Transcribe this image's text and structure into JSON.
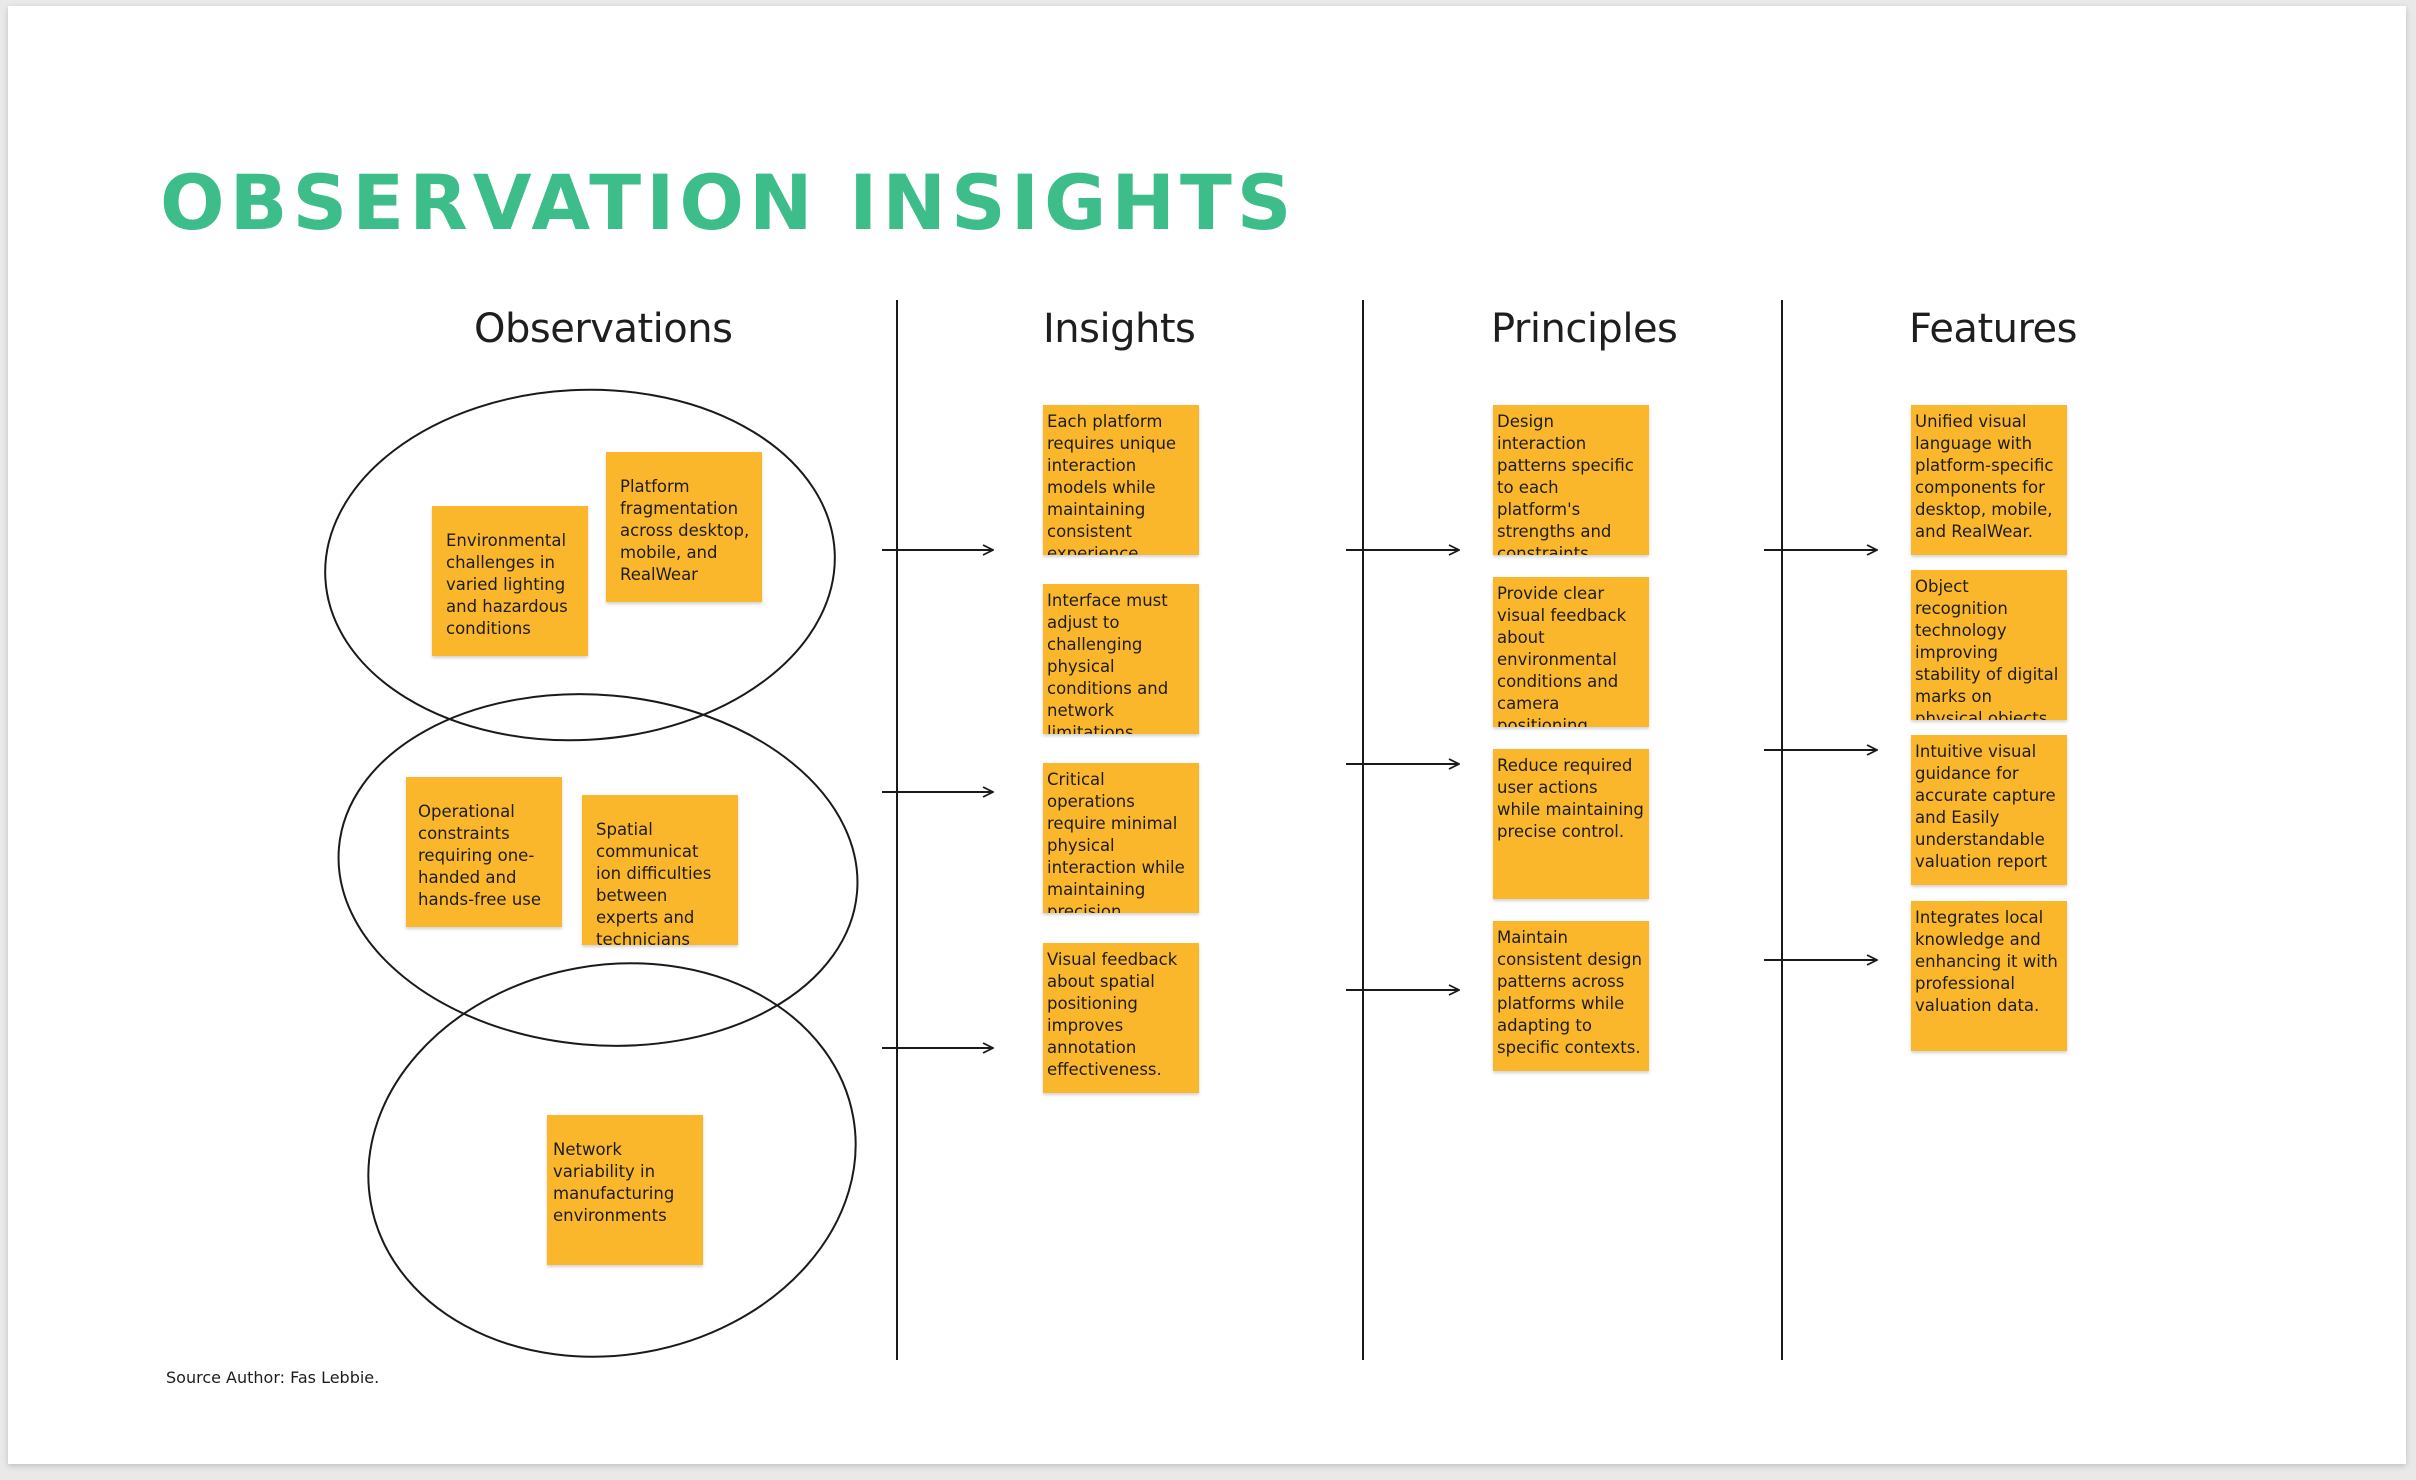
{
  "title": "OBSERVATION INSIGHTS",
  "columns": {
    "observations": "Observations",
    "insights": "Insights",
    "principles": "Principles",
    "features": "Features"
  },
  "observations": [
    "Environmental challenges in varied lighting and hazardous conditions",
    "Platform fragmentation across desktop, mobile, and RealWear",
    "Operational constraints requiring one-handed and hands-free use",
    "Spatial communicat ion difficulties between experts and technicians",
    "Network variability in manufacturing environments"
  ],
  "insights": [
    "Each platform requires unique interaction models while maintaining consistent experience.",
    "Interface must adjust to challenging physical conditions and network limitations.",
    "Critical operations require minimal physical interaction while maintaining precision.",
    "Visual feedback about spatial positioning improves annotation effectiveness."
  ],
  "principles": [
    "Design interaction patterns specific to each platform's strengths and constraints.",
    "Provide clear visual feedback about environmental conditions and camera positioning.",
    "Reduce required user actions while maintaining precise control.",
    "Maintain consistent design patterns across platforms while adapting to specific contexts."
  ],
  "features": [
    "Unified visual language with platform-specific components for desktop, mobile, and RealWear.",
    "Object recognition technology improving stability of digital marks on physical objects",
    "Intuitive visual guidance for accurate capture and Easily understandable valuation report",
    "Integrates local knowledge and enhancing it with professional valuation data."
  ],
  "source": "Source Author: Fas Lebbie.",
  "colors": {
    "title": "#3dbd8a",
    "sticky_note": "#fbb72b",
    "line": "#1a1a1a"
  }
}
